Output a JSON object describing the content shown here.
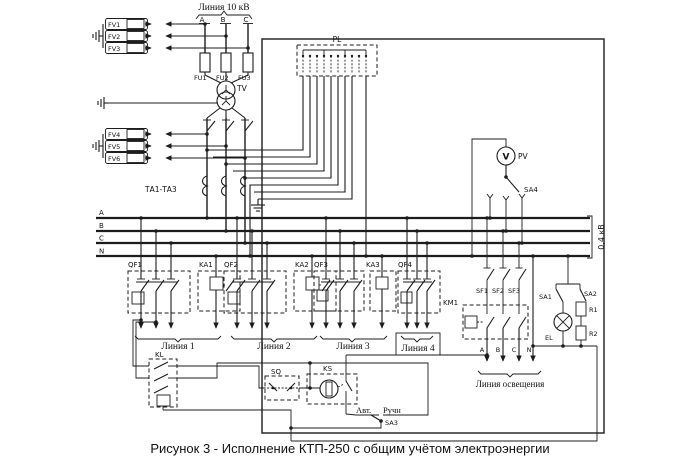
{
  "incoming": {
    "title": "Линия 10 кВ",
    "phase_a": "A",
    "phase_b": "B",
    "phase_c": "C",
    "fv1": "FV1",
    "fv2": "FV2",
    "fv3": "FV3",
    "fv4": "FV4",
    "fv5": "FV5",
    "fv6": "FV6",
    "fu1": "FU1",
    "fu2": "FU2",
    "fu3": "FU3",
    "tv": "TV",
    "ta": "ТА1-ТА3"
  },
  "meter": {
    "pl": "PL"
  },
  "measure": {
    "pv": "PV",
    "v": "V",
    "sa4": "SA4"
  },
  "bus": {
    "a": "A",
    "b": "B",
    "c": "C",
    "n": "N",
    "voltage": "0,4 кВ"
  },
  "feeders": [
    {
      "qf": "QF1",
      "ka": "KA1",
      "line": "Линия 1"
    },
    {
      "qf": "QF2",
      "ka": "KA2",
      "line": "Линия 2"
    },
    {
      "qf": "QF3",
      "ka": "KA3",
      "line": "Линия 3"
    },
    {
      "qf": "QF4",
      "line": "Линия 4"
    }
  ],
  "lighting": {
    "sf1": "SF1",
    "sf2": "SF2",
    "sf3": "SF3",
    "km": "KM1",
    "a": "A",
    "b": "B",
    "c": "C",
    "n": "N",
    "label": "Линия освещения",
    "sa1": "SA1",
    "sa2": "SA2",
    "el": "EL",
    "r1": "R1",
    "r2": "R2"
  },
  "control": {
    "kl": "KL",
    "sq": "SQ",
    "ks": "KS",
    "auto": "Авт.",
    "manual": "Ручн",
    "sa3": "SA3"
  },
  "caption": "Рисунок 3 - Исполнение КТП-250 с общим учётом электроэнергии"
}
